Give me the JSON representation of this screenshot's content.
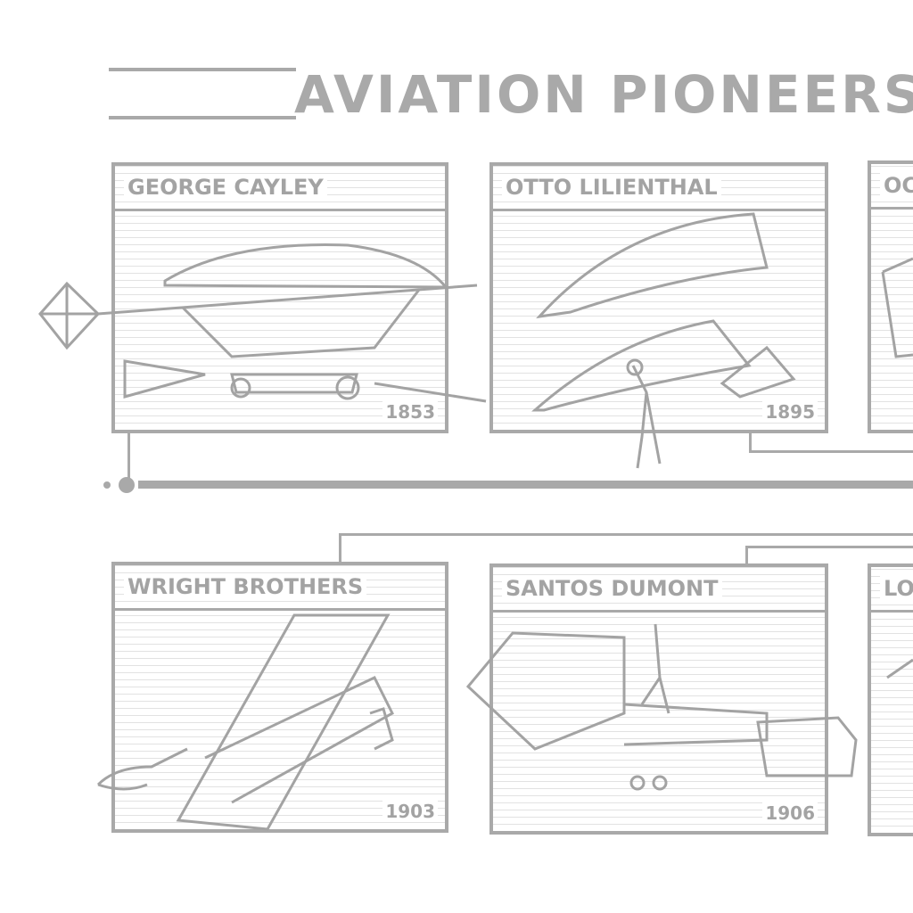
{
  "title": "AVIATION PIONEERS",
  "cards": [
    {
      "name": "GEORGE CAYLEY",
      "year": "1853"
    },
    {
      "name": "OTTO LILIENTHAL",
      "year": "1895"
    },
    {
      "name": "OC"
    },
    {
      "name": "WRIGHT BROTHERS",
      "year": "1903"
    },
    {
      "name": "SANTOS DUMONT",
      "year": "1906"
    },
    {
      "name": "LO"
    }
  ],
  "colors": {
    "ink": "#a9a9a9",
    "background": "#ffffff"
  }
}
